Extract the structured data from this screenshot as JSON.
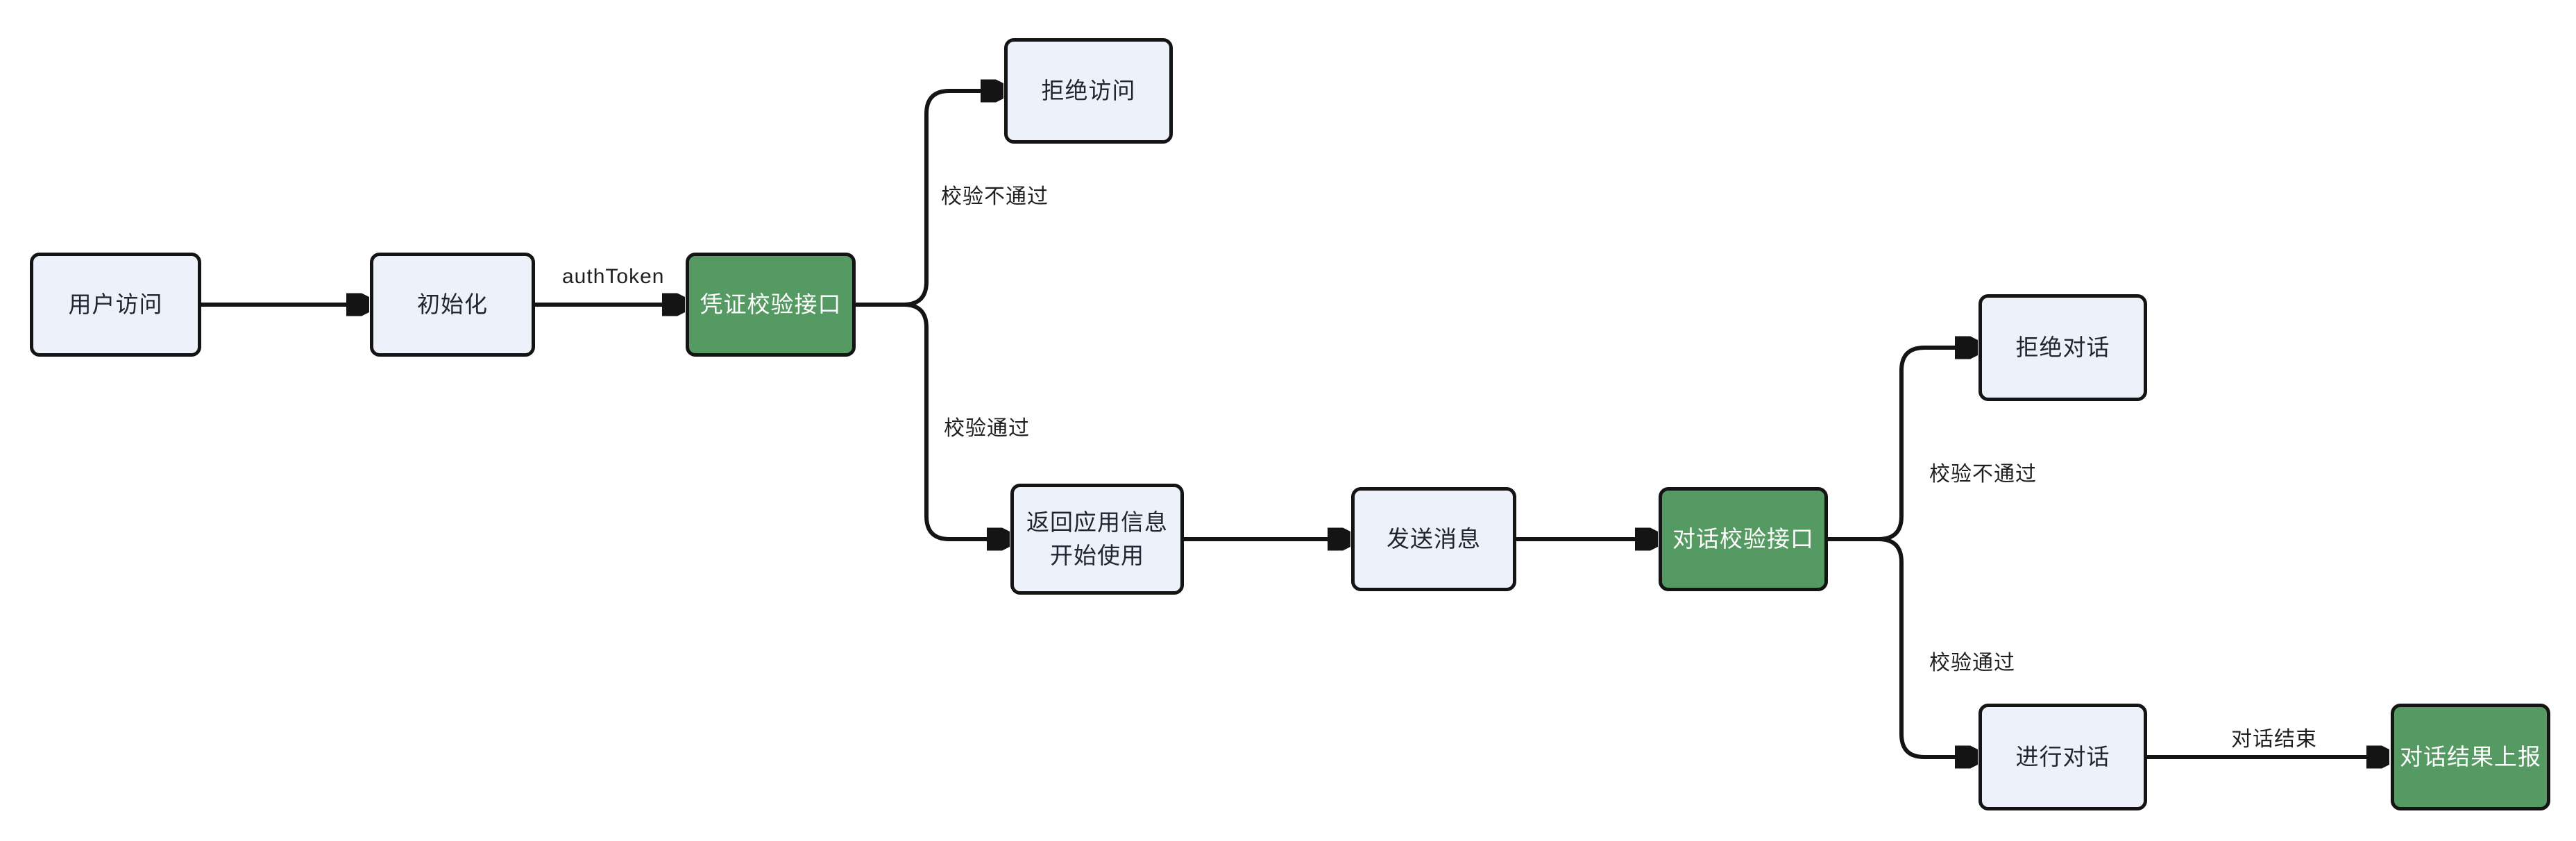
{
  "diagram": {
    "type": "flowchart",
    "direction": "left-to-right",
    "colors": {
      "background": "#ffffff",
      "node_fill": "#ECF1FA",
      "node_border": "#141414",
      "accent_fill": "#569A63",
      "accent_text": "#ffffff",
      "edge_color": "#141414",
      "label_color": "#1f1f1f"
    },
    "nodes": [
      {
        "id": "user-access",
        "label": "用户访问",
        "style": "default"
      },
      {
        "id": "init",
        "label": "初始化",
        "style": "default"
      },
      {
        "id": "credential-check-api",
        "label": "凭证校验接口",
        "style": "accent"
      },
      {
        "id": "deny-access",
        "label": "拒绝访问",
        "style": "default"
      },
      {
        "id": "return-app-info",
        "label": "返回应用信息",
        "label2": "开始使用",
        "style": "default"
      },
      {
        "id": "send-message",
        "label": "发送消息",
        "style": "default"
      },
      {
        "id": "dialog-check-api",
        "label": "对话校验接口",
        "style": "accent"
      },
      {
        "id": "deny-dialog",
        "label": "拒绝对话",
        "style": "default"
      },
      {
        "id": "do-dialog",
        "label": "进行对话",
        "style": "default"
      },
      {
        "id": "dialog-result-report",
        "label": "对话结果上报",
        "style": "accent"
      }
    ],
    "edges": [
      {
        "from": "user-access",
        "to": "init"
      },
      {
        "from": "init",
        "to": "credential-check-api",
        "label": "authToken"
      },
      {
        "from": "credential-check-api",
        "to": "deny-access",
        "label": "校验不通过"
      },
      {
        "from": "credential-check-api",
        "to": "return-app-info",
        "label": "校验通过"
      },
      {
        "from": "return-app-info",
        "to": "send-message"
      },
      {
        "from": "send-message",
        "to": "dialog-check-api"
      },
      {
        "from": "dialog-check-api",
        "to": "deny-dialog",
        "label": "校验不通过"
      },
      {
        "from": "dialog-check-api",
        "to": "do-dialog",
        "label": "校验通过"
      },
      {
        "from": "do-dialog",
        "to": "dialog-result-report",
        "label": "对话结束"
      }
    ],
    "edge_labels": [
      {
        "id": "auth-token",
        "text": "authToken"
      },
      {
        "id": "check-fail-1",
        "text": "校验不通过"
      },
      {
        "id": "check-pass-1",
        "text": "校验通过"
      },
      {
        "id": "check-fail-2",
        "text": "校验不通过"
      },
      {
        "id": "check-pass-2",
        "text": "校验通过"
      },
      {
        "id": "dialog-end",
        "text": "对话结束"
      }
    ]
  }
}
